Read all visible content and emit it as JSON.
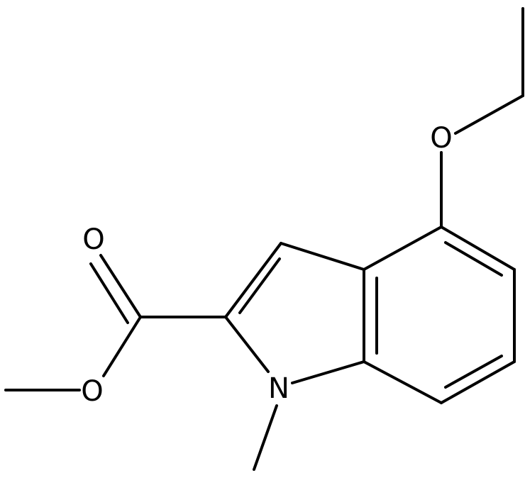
{
  "molecule": {
    "atoms": {
      "o_ether": "O",
      "o_carbonyl": "O",
      "o_ester": "O",
      "n_ring": "N"
    },
    "colors": {
      "bond": "#000000",
      "label": "#000000",
      "background": "#ffffff"
    }
  }
}
